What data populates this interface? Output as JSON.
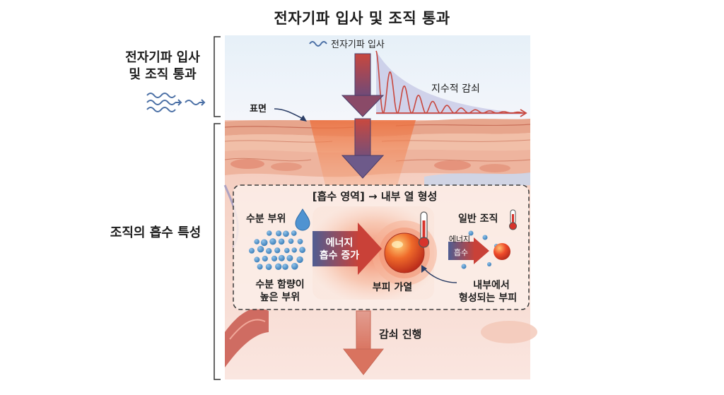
{
  "title": "전자기파 입사 및 조직 통과",
  "left": {
    "section1_line1": "전자기파 입사",
    "section1_line2": "및 조직 통과",
    "section2": "조직의 흡수 특성"
  },
  "labels": {
    "incident": "전자기파 입사",
    "exp_decay": "지수적 감쇠",
    "surface": "표면",
    "box_title": "[흡수 영역] → 내부 열 형성",
    "water_area": "수분 부위",
    "high_water_1": "수분 함량이",
    "high_water_2": "높은 부위",
    "energy_1": "에너지",
    "energy_2": "흡수 증가",
    "local_heat": "부피 가열",
    "normal_tissue": "일반 조직",
    "small_energy_1": "에너지",
    "small_energy_2": "흡수",
    "internal_1": "내부에서",
    "internal_2": "형성되는 부피",
    "decay_progress": "감쇠 진행"
  },
  "colors": {
    "accent_red": "#c8473e",
    "wave_blue": "#4a6fa5",
    "droplet_blue": "#4f93d1",
    "arrow_navy": "#3e4f7a"
  }
}
